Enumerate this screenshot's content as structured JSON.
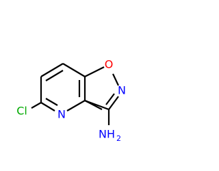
{
  "molecule": {
    "atoms": {
      "chlorine": {
        "text": "Cl",
        "color": "#00aa00"
      },
      "pyridine_nitrogen": {
        "text": "N",
        "color": "#0000ff"
      },
      "oxygen": {
        "text": "O",
        "color": "#ff0000"
      },
      "isoxazole_nitrogen": {
        "text": "N",
        "color": "#0000ff"
      },
      "amine": {
        "text": "NH",
        "subscript": "2",
        "color": "#0000ff"
      }
    },
    "bond_color": "#000000"
  }
}
